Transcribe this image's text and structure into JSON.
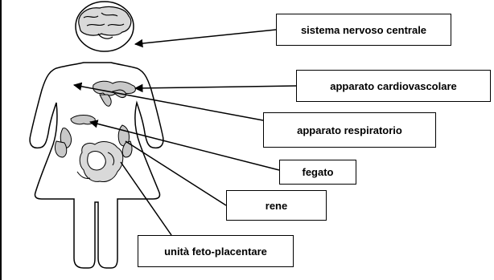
{
  "diagram": {
    "labels": {
      "snc": "sistema nervoso centrale",
      "cardio": "apparato cardiovascolare",
      "respiratorio": "apparato respiratorio",
      "fegato": "fegato",
      "rene": "rene",
      "feto": "unità feto-placentare"
    },
    "colors": {
      "line": "#000000",
      "organ_fill": "#c8c8c8",
      "background": "#ffffff"
    }
  }
}
